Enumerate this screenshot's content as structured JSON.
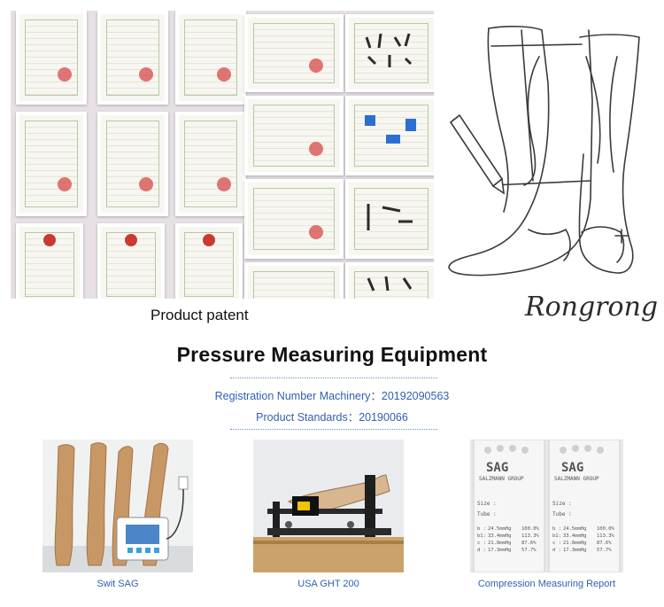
{
  "patent": {
    "caption": "Product patent"
  },
  "sketch": {
    "signature": "Rongrong"
  },
  "section": {
    "title": "Pressure Measuring Equipment",
    "registration": "Registration Number Machinery：20192090563",
    "standards": "Product Standards：20190066"
  },
  "equipment": [
    {
      "caption": "Swit SAG"
    },
    {
      "caption": "USA GHT 200"
    },
    {
      "caption": "Compression Measuring Report"
    }
  ],
  "report": {
    "brand": "SAG",
    "company": "SALZMANN GROUP",
    "fields": [
      "Size :",
      "Tube :"
    ],
    "rows": [
      {
        "k": "b :",
        "v": "24.5mmHg"
      },
      {
        "k": "b1:",
        "v": "33.4mmHg"
      },
      {
        "k": "c :",
        "v": "21.8mmHg"
      },
      {
        "k": "d :",
        "v": "17.3mmHg"
      }
    ],
    "pcts": [
      "100.0%",
      "113.3%",
      "87.6%",
      "57.7%"
    ]
  },
  "colors": {
    "accent_blue": "#2f5fb3",
    "text_dark": "#111111"
  }
}
